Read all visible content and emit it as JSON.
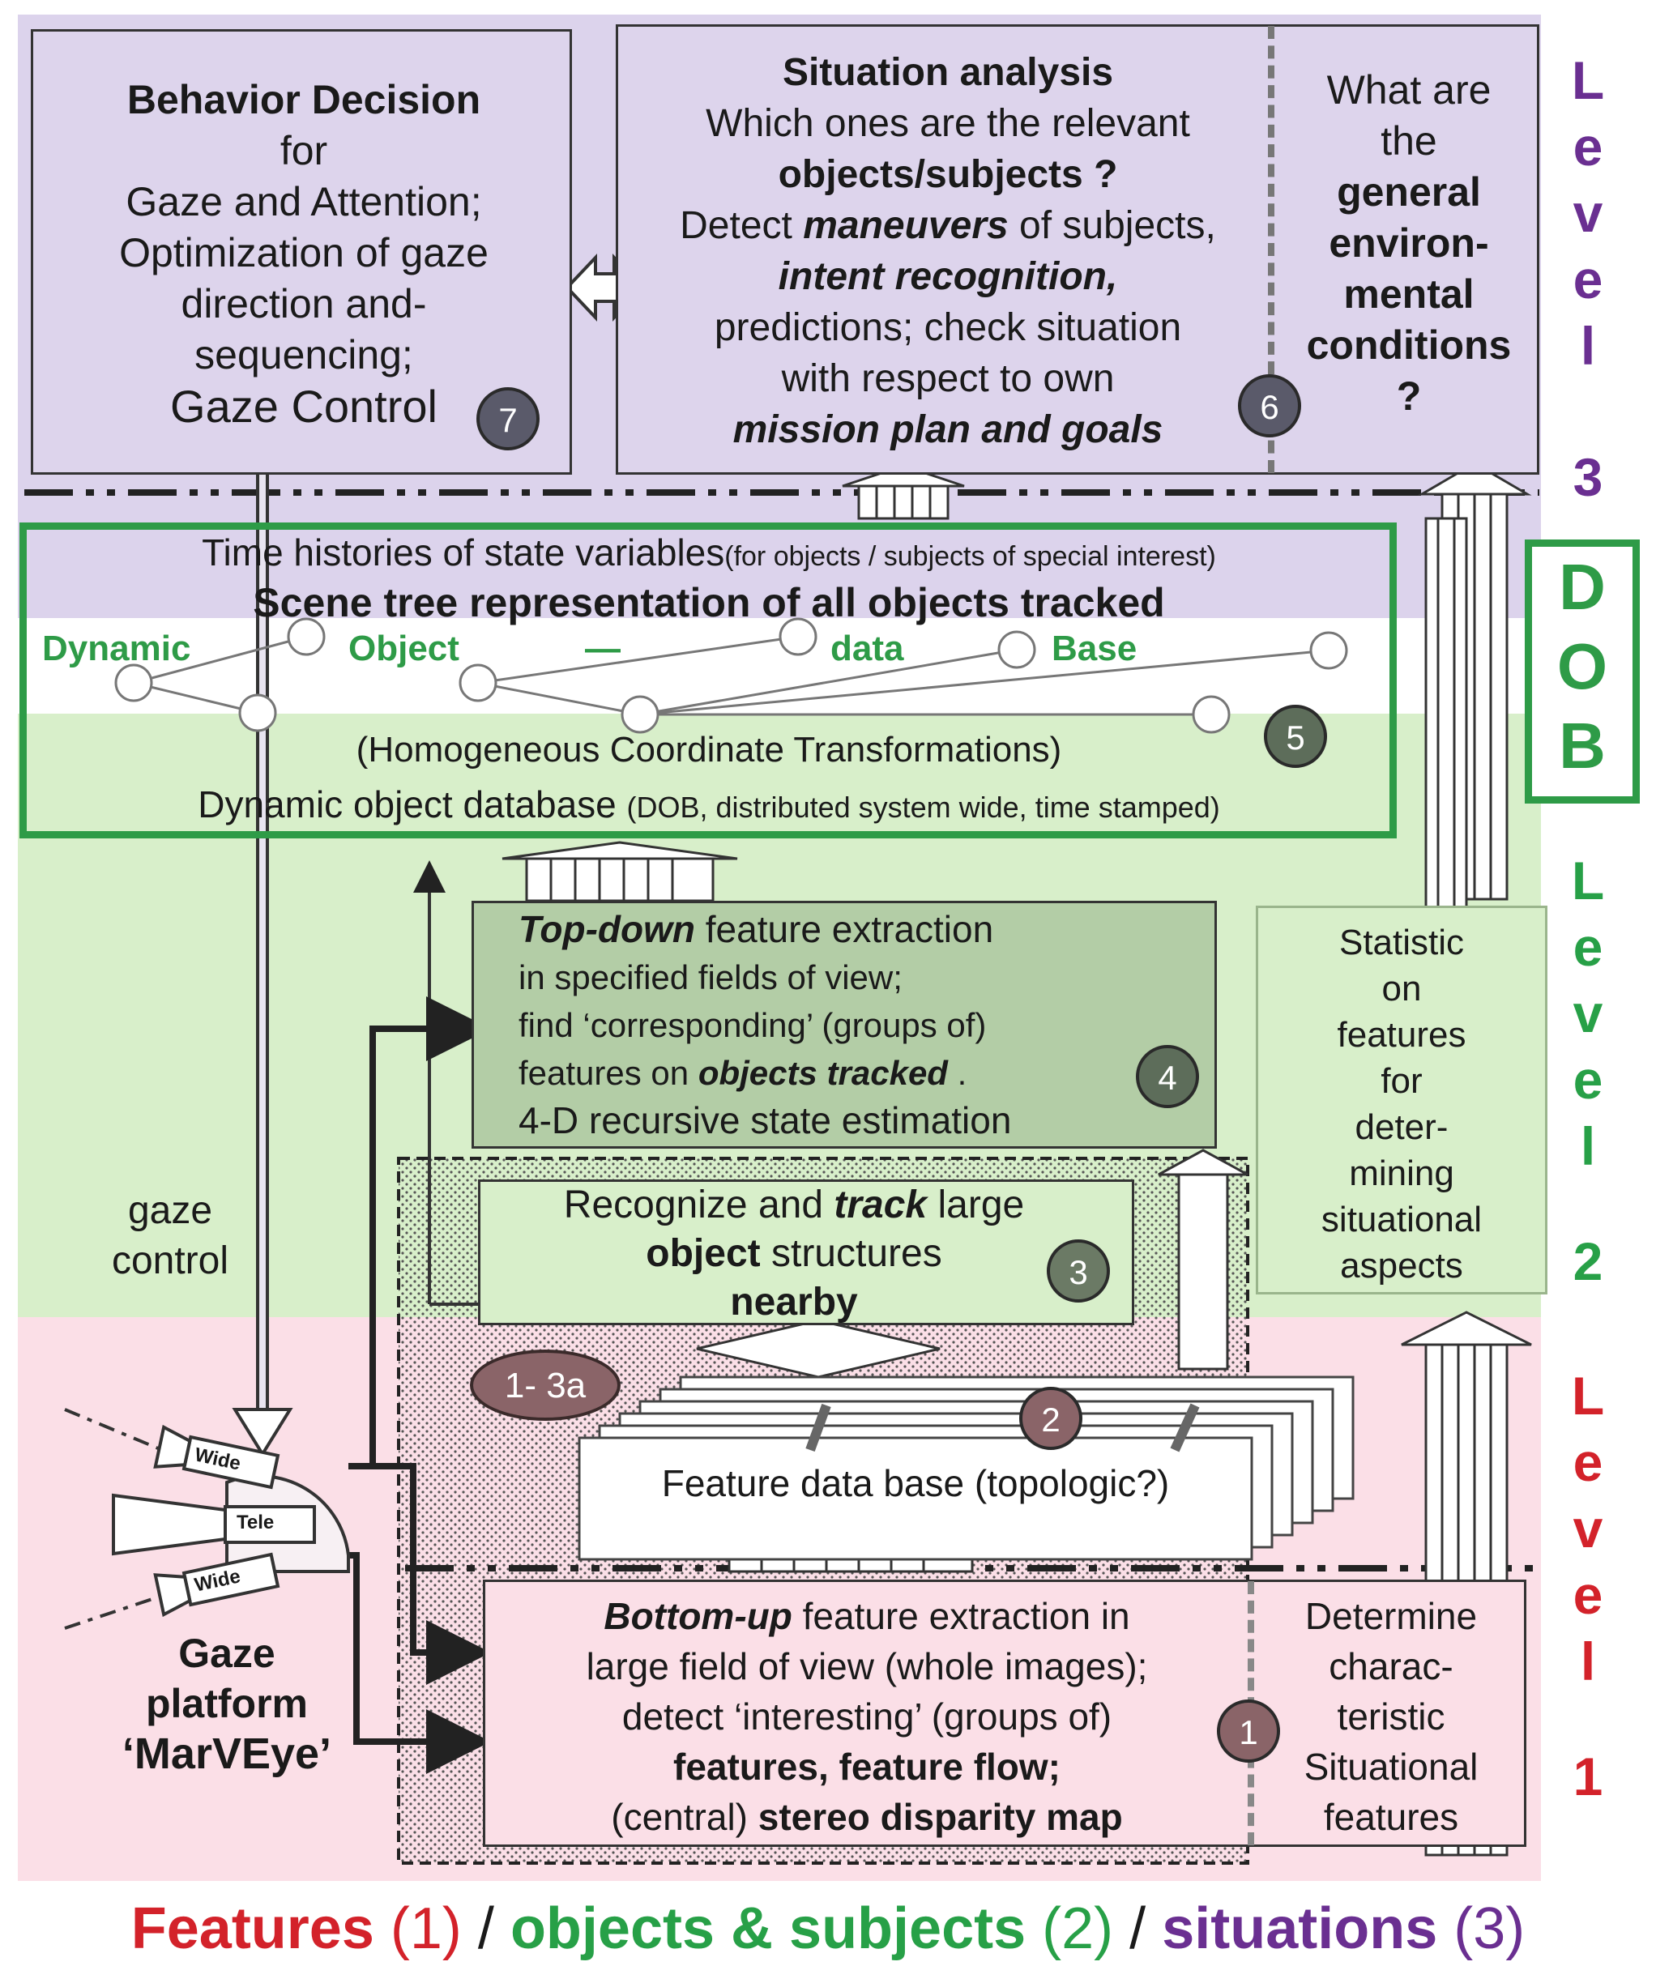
{
  "colors": {
    "level3": "#d9d0ea",
    "level2": "#d5eec6",
    "level1": "#fbdde6",
    "dob_green": "#2e9b47",
    "features_red": "#d3222a",
    "objects_green": "#27a047",
    "situations_purple": "#6a2f91"
  },
  "box7": {
    "line1": "Behavior Decision",
    "line2": "for",
    "line3": "Gaze and Attention;",
    "line4": "Optimization of gaze",
    "line5": "direction and-",
    "line6": "sequencing;",
    "line7": "Gaze Control",
    "badge": "7"
  },
  "box6": {
    "line1": "Situation analysis",
    "line2": "Which ones are the relevant",
    "line3": "objects/subjects ?",
    "line4a": "Detect",
    "line4b": "maneuvers",
    "line4c": "of subjects,",
    "line5": "intent recognition,",
    "line6": "predictions; check situation",
    "line7": "with respect to own",
    "line8": "mission plan and goals",
    "badge": "6"
  },
  "env": {
    "line1": "What are",
    "line2": "the",
    "line3": "general",
    "line4": "environ-",
    "line5": "mental",
    "line6": "conditions",
    "line7": "?"
  },
  "dob": {
    "title_a": "Time histories of state variables",
    "title_b": "(for objects / subjects of special interest)",
    "scene": "Scene tree representation of all objects tracked",
    "word1": "Dynamic",
    "word2": "Object",
    "word3": "—",
    "word4": "data",
    "word5": "Base",
    "homog": "(Homogeneous Coordinate Transformations)",
    "db_a": "Dynamic object database",
    "db_b": "(DOB, distributed system wide, time stamped)",
    "badge": "5",
    "side": [
      "D",
      "O",
      "B"
    ]
  },
  "box4": {
    "l1a": "Top-down",
    "l1b": "feature extraction",
    "l2": "in specified fields of view;",
    "l3": "find ‘corresponding’ (groups of)",
    "l4a": "features on",
    "l4b": "objects tracked",
    "l4c": ".",
    "l5": "4-D recursive state estimation",
    "badge": "4"
  },
  "stat": {
    "l1": "Statistic",
    "l2": "on",
    "l3": "features",
    "l4": "for",
    "l5": "deter-",
    "l6": "mining",
    "l7": "situational",
    "l8": "aspects"
  },
  "box3": {
    "l1a": "Recognize and",
    "l1b": "track",
    "l1c": "large",
    "l2a": "object",
    "l2b": "structures",
    "l3": "nearby",
    "badge": "3"
  },
  "gaze_control": {
    "l1": "gaze",
    "l2": "control"
  },
  "badge_1_3a": "1- 3a",
  "badge_2": "2",
  "feature_db": "Feature data base (topologic?)",
  "box1": {
    "l1a": "Bottom-up",
    "l1b": "feature extraction in",
    "l2": "large field of view (whole images);",
    "l3": "detect ‘interesting’ (groups of)",
    "l4": "features, feature flow;",
    "l5a": "(central)",
    "l5b": "stereo disparity map",
    "badge": "1"
  },
  "determine": {
    "l1": "Determine",
    "l2": "charac-",
    "l3": "teristic",
    "l4": "Situational",
    "l5": "features"
  },
  "platform": {
    "cam1": "Wide",
    "cam2": "Tele",
    "cam3": "Wide",
    "l1": "Gaze",
    "l2": "platform",
    "l3": "‘MarVEye’"
  },
  "levels": {
    "level3": [
      "L",
      "e",
      "v",
      "e",
      "l",
      "3"
    ],
    "level2": [
      "L",
      "e",
      "v",
      "e",
      "l",
      "2"
    ],
    "level1": [
      "L",
      "e",
      "v",
      "e",
      "l",
      "1"
    ]
  },
  "legend": {
    "features": "Features",
    "features_n": "(1)",
    "sep1": "/",
    "objects": "objects & subjects",
    "objects_n": "(2)",
    "sep2": "/",
    "situations": "situations",
    "situations_n": "(3)"
  }
}
